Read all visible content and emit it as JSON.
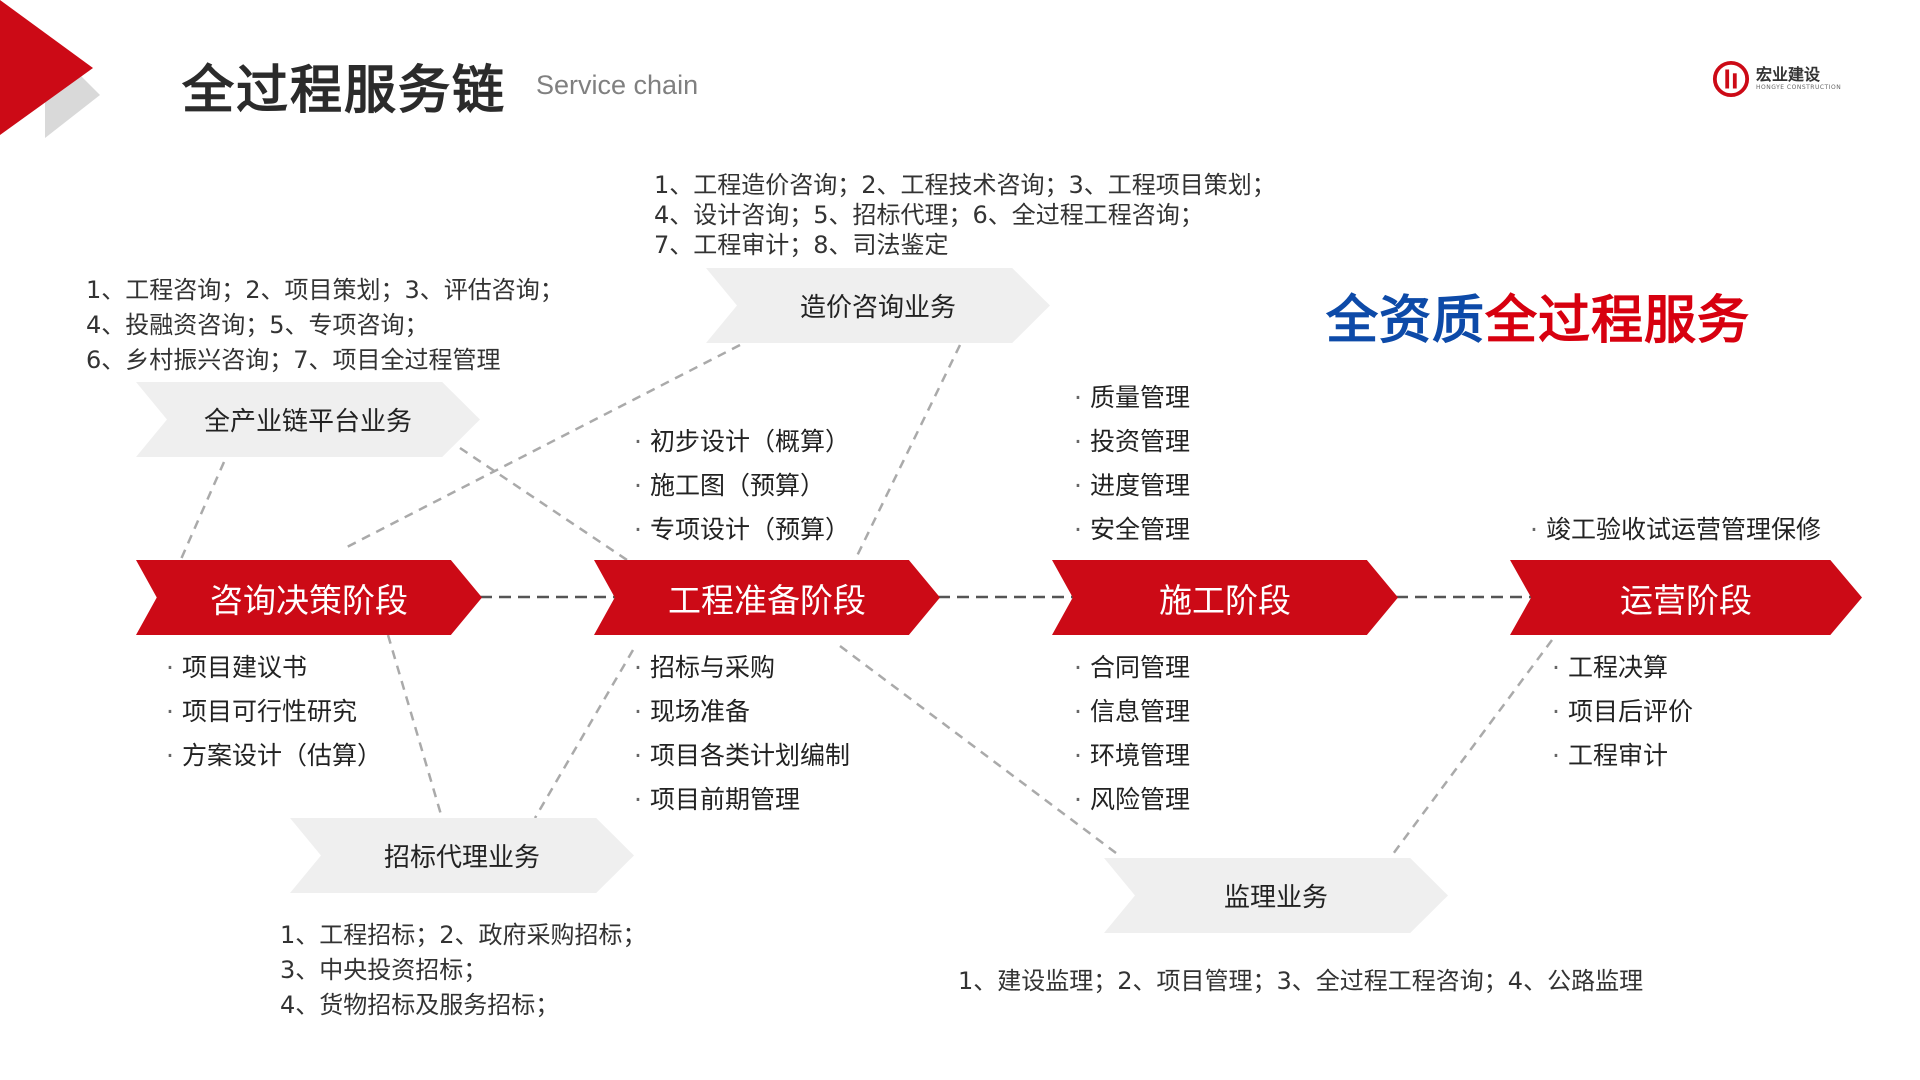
{
  "header": {
    "title": "全过程服务链",
    "subtitle": "Service chain",
    "logo_text": "宏业建设",
    "logo_subtext": "HONGYE CONSTRUCTION"
  },
  "slogan": {
    "part1": "全资质",
    "part2": "全过程服务"
  },
  "colors": {
    "accent_red": "#cc0a16",
    "slogan_blue": "#0d4aa8",
    "light_grey": "#efefef"
  },
  "stages": [
    {
      "label": "咨询决策阶段"
    },
    {
      "label": "工程准备阶段"
    },
    {
      "label": "施工阶段"
    },
    {
      "label": "运营阶段"
    }
  ],
  "businesses": {
    "platform": {
      "label": "全产业链平台业务",
      "desc": [
        "1、工程咨询；2、项目策划；3、评估咨询；",
        "4、投融资咨询；5、专项咨询；",
        "6、乡村振兴咨询；7、项目全过程管理"
      ]
    },
    "cost": {
      "label": "造价咨询业务",
      "desc": [
        "1、工程造价咨询；2、工程技术咨询；3、工程项目策划；",
        "4、设计咨询；5、招标代理；6、全过程工程咨询；",
        "7、工程审计；8、司法鉴定"
      ]
    },
    "tender": {
      "label": "招标代理业务",
      "desc": [
        "1、工程招标；2、政府采购招标；",
        "3、中央投资招标；",
        "4、货物招标及服务招标；"
      ]
    },
    "supervision": {
      "label": "监理业务",
      "desc": [
        "1、建设监理；2、项目管理；3、全过程工程咨询；4、公路监理"
      ]
    }
  },
  "lists": {
    "decision_below": [
      "项目建议书",
      "项目可行性研究",
      "方案设计（估算）"
    ],
    "prep_above": [
      "初步设计（概算）",
      "施工图（预算）",
      "专项设计（预算）"
    ],
    "prep_below": [
      "招标与采购",
      "现场准备",
      "项目各类计划编制",
      "项目前期管理"
    ],
    "construction_above": [
      "质量管理",
      "投资管理",
      "进度管理",
      "安全管理"
    ],
    "construction_below": [
      "合同管理",
      "信息管理",
      "环境管理",
      "风险管理"
    ],
    "operation_above": [
      "竣工验收试运营管理保修"
    ],
    "operation_below": [
      "工程决算",
      "项目后评价",
      "工程审计"
    ]
  }
}
